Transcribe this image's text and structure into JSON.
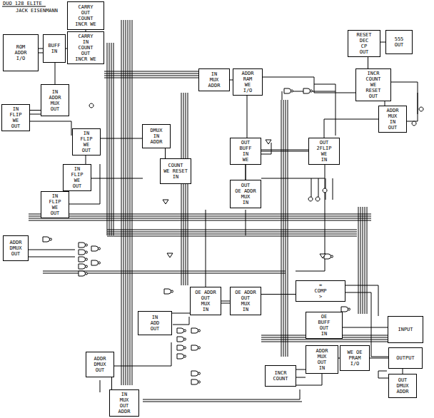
{
  "diagram": {
    "nodes": [
      {
        "text": [
          "ROM",
          "ADDR",
          "I/O"
        ]
      },
      {
        "text": [
          "BUFF",
          "IN"
        ]
      },
      {
        "text": [
          "CARRY",
          "OUT",
          "COUNT",
          "INCR WE"
        ]
      },
      {
        "text": [
          "CARRY",
          "IN",
          "COUNT",
          "OUT",
          "INCR WE"
        ]
      },
      {
        "text": [
          "IN",
          "ADDR",
          "MUX",
          "OUT"
        ]
      },
      {
        "text": [
          "IN",
          "FLIP",
          "WE",
          "OUT"
        ]
      },
      {
        "text": [
          "IN",
          "FLIP",
          "WE",
          "OUT"
        ]
      },
      {
        "text": [
          "DMUX",
          "IN",
          "ADDR"
        ]
      },
      {
        "text": [
          "IN",
          "FLIP",
          "WE",
          "OUT"
        ]
      },
      {
        "text": [
          "COUNT",
          "WE RESET",
          "IN"
        ]
      },
      {
        "text": [
          "IN",
          "FLIP",
          "WE",
          "OUT"
        ]
      },
      {
        "text": [
          "IN",
          "MUX",
          "ADDR"
        ]
      },
      {
        "text": [
          "ADDR",
          "RAM",
          "WE",
          "I/O"
        ]
      },
      {
        "text": [
          "RESET",
          "DEC",
          "CP",
          "OUT"
        ]
      },
      {
        "text": [
          "555",
          "OUT"
        ]
      },
      {
        "text": [
          "INCR",
          "COUNT",
          "WE",
          "RESET",
          "OUT"
        ]
      },
      {
        "text": [
          "ADDR",
          "MUX",
          "IN",
          "OUT"
        ]
      },
      {
        "text": [
          "OUT",
          "BUFF",
          "IN",
          "WE"
        ]
      },
      {
        "text": [
          "OUT",
          "2FLIP",
          "WE",
          "IN"
        ]
      },
      {
        "text": [
          "OUT",
          "OE ADDR",
          "MUX",
          "IN"
        ]
      },
      {
        "text": [
          "ADDR",
          "DMUX",
          "OUT"
        ]
      },
      {
        "text": [
          "OE ADDR",
          "OUT",
          "MUX",
          "IN"
        ]
      },
      {
        "text": [
          "OE ADDR",
          "OUT",
          "MUX",
          "IN"
        ]
      },
      {
        "text": [
          "=",
          "COMP",
          ">"
        ]
      },
      {
        "text": [
          "IN",
          "ADD",
          "OUT"
        ]
      },
      {
        "text": [
          "OE",
          "BUFF",
          "OUT",
          "IN"
        ]
      },
      {
        "text": [
          "INPUT"
        ]
      },
      {
        "text": [
          "ADDR",
          "DMUX",
          "OUT"
        ]
      },
      {
        "text": [
          "INCR",
          "COUNT"
        ]
      },
      {
        "text": [
          "ADDR",
          "MUX",
          "OUT",
          "IN"
        ]
      },
      {
        "text": [
          "WE OE",
          "PRAM",
          "I/O"
        ]
      },
      {
        "text": [
          "OUTPUT"
        ]
      },
      {
        "text": [
          "OUT",
          "DMUX",
          "ADDR"
        ]
      },
      {
        "text": [
          "IN",
          "MUX",
          "OUT",
          "ADDR"
        ]
      }
    ],
    "edges": [
      {
        "from": 0,
        "to": 1,
        "arrow": "none"
      },
      {
        "from": 1,
        "to": 3,
        "arrow": "none"
      },
      {
        "from": 2,
        "to": 3,
        "arrow": "none"
      },
      {
        "from": 0,
        "to": 4,
        "arrow": "none"
      },
      {
        "from": 4,
        "to": 5,
        "arrow": "none"
      },
      {
        "from": 6,
        "to": 7,
        "arrow": "none"
      },
      {
        "from": 7,
        "to": 9,
        "arrow": "none"
      },
      {
        "from": 11,
        "to": 12,
        "arrow": "none"
      },
      {
        "from": 13,
        "to": 14,
        "arrow": "none"
      },
      {
        "from": 13,
        "to": 15,
        "arrow": "none"
      },
      {
        "from": 15,
        "to": 16,
        "arrow": "none"
      },
      {
        "from": 12,
        "to": 17,
        "arrow": "none"
      },
      {
        "from": 17,
        "to": 19,
        "arrow": "none"
      },
      {
        "from": 18,
        "to": 19,
        "arrow": "none"
      },
      {
        "from": 16,
        "to": 18,
        "arrow": "none"
      },
      {
        "from": 21,
        "to": 24,
        "arrow": "none"
      },
      {
        "from": 21,
        "to": 22,
        "arrow": "none"
      },
      {
        "from": 22,
        "to": 23,
        "arrow": "none"
      },
      {
        "from": 25,
        "to": 26,
        "arrow": "none"
      },
      {
        "from": 28,
        "to": 29,
        "arrow": "none"
      },
      {
        "from": 29,
        "to": 30,
        "arrow": "none"
      },
      {
        "from": 30,
        "to": 31,
        "arrow": "none"
      },
      {
        "from": 31,
        "to": 32,
        "arrow": "none"
      },
      {
        "from": 27,
        "to": 33,
        "arrow": "none"
      }
    ],
    "labels": [
      "DUO 128 ELITE",
      "JACK EISENMANN"
    ]
  }
}
